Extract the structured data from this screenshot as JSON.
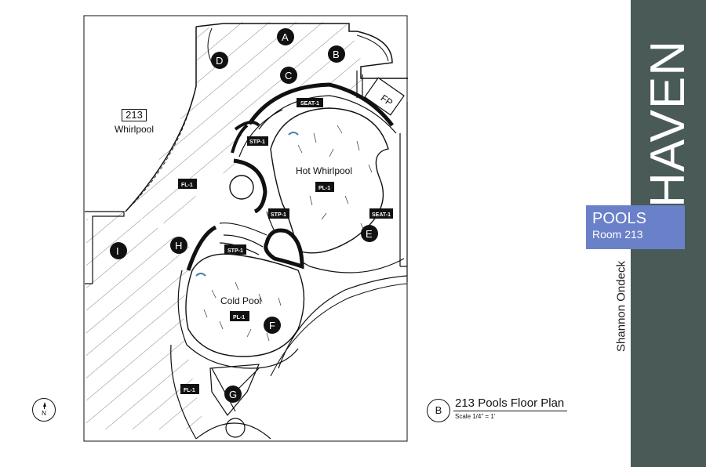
{
  "brand": "HAVEN",
  "section": {
    "title": "POOLS",
    "room": "Room 213"
  },
  "author": "Shannon Ondeck",
  "plan": {
    "callout": "B",
    "title": "213 Pools Floor Plan",
    "scale": "Scale 1/4\" = 1'"
  },
  "north_label": "N",
  "room": {
    "number": "213",
    "name": "Whirlpool"
  },
  "areas": {
    "hot": "Hot Whirlpool",
    "cold": "Cold Pool"
  },
  "fixture_label": "FP",
  "tags": [
    "SEAT-1",
    "STP-1",
    "PL-1",
    "STP-1",
    "SEAT-1",
    "STP-1",
    "PL-1",
    "FL-1",
    "FL-1"
  ],
  "markers": [
    "A",
    "B",
    "C",
    "D",
    "E",
    "F",
    "G",
    "H",
    "I"
  ],
  "colors": {
    "band": "#4a5b57",
    "accent": "#6a80c8",
    "ink": "#111111"
  }
}
